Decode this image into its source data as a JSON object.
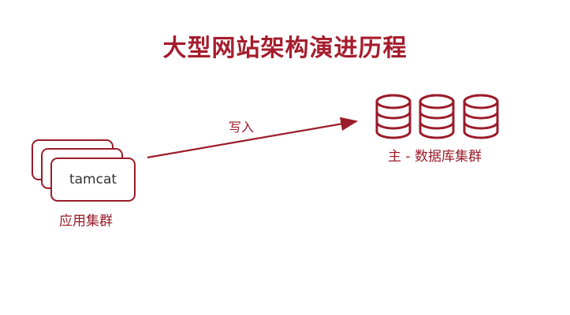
{
  "title": "大型网站架构演进历程",
  "app_cluster": {
    "server_label": "tamcat",
    "cluster_label": "应用集群"
  },
  "arrow": {
    "label": "写入"
  },
  "db_cluster": {
    "label": "主 - 数据库集群",
    "icon": "database-icon",
    "count": 3
  },
  "colors": {
    "accent": "#9b1c2a",
    "title": "#a51d2d"
  }
}
